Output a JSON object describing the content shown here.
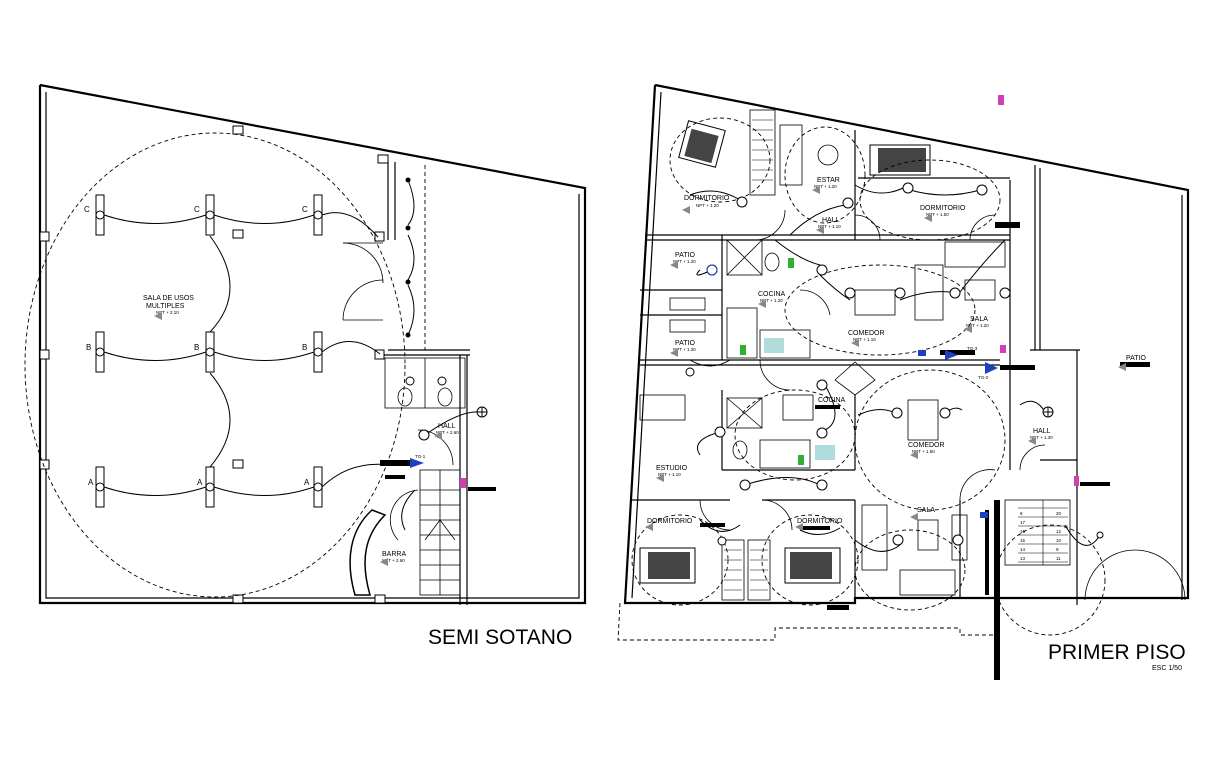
{
  "plans": {
    "semi_sotano": {
      "title": "SEMI SOTANO",
      "rooms": {
        "sala": "SALA DE USOS",
        "sala2": "MULTIPLES",
        "sala_npt": "NPT + 2.10",
        "hall": "HALL",
        "hall_npt": "NPT + 2.60",
        "barra": "BARRA",
        "barra_npt": "NPT + 2.60",
        "tg": "TG-1"
      },
      "circuits": {
        "a": "A",
        "b": "B",
        "c": "C"
      }
    },
    "primer_piso": {
      "title": "PRIMER PISO",
      "scale": "ESC 1/50",
      "rooms": {
        "dormitorio1": "DORMITORIO",
        "dormitorio1_npt": "NPT + 1.20",
        "estar": "ESTAR",
        "estar_npt": "NPT + 1.20",
        "hall1": "HALL",
        "hall1_npt": "NPT + 1.10",
        "dormitorio2": "DORMITORIO",
        "dormitorio2_npt": "NPT + 1.50",
        "patio1": "PATIO",
        "patio1_npt": "NPT + 1.20",
        "cocina1": "COCINA",
        "cocina1_npt": "NPT + 1.20",
        "sala1": "SALA",
        "sala1_npt": "NPT + 1.20",
        "comedor1": "COMEDOR",
        "comedor1_npt": "NPT + 1.10",
        "patio2": "PATIO",
        "patio2_npt": "NPT + 1.30",
        "tg3": "TG-3",
        "tg2": "TG-2",
        "patio3": "PATIO",
        "cocina2": "COCINA",
        "comedor2": "COMEDOR",
        "comedor2_npt": "NPT + 1.50",
        "estudio": "ESTUDIO",
        "estudio_npt": "NPT + 1.10",
        "hall2": "HALL",
        "hall2_npt": "NPT + 1.30",
        "dormitorio3": "DORMITORIO",
        "dormitorio4": "DORMITORIO",
        "sala2": "SALA"
      },
      "stair_steps": [
        "8",
        "17",
        "16",
        "15",
        "14",
        "13",
        "20",
        "12",
        "10",
        "9",
        "11"
      ]
    }
  }
}
